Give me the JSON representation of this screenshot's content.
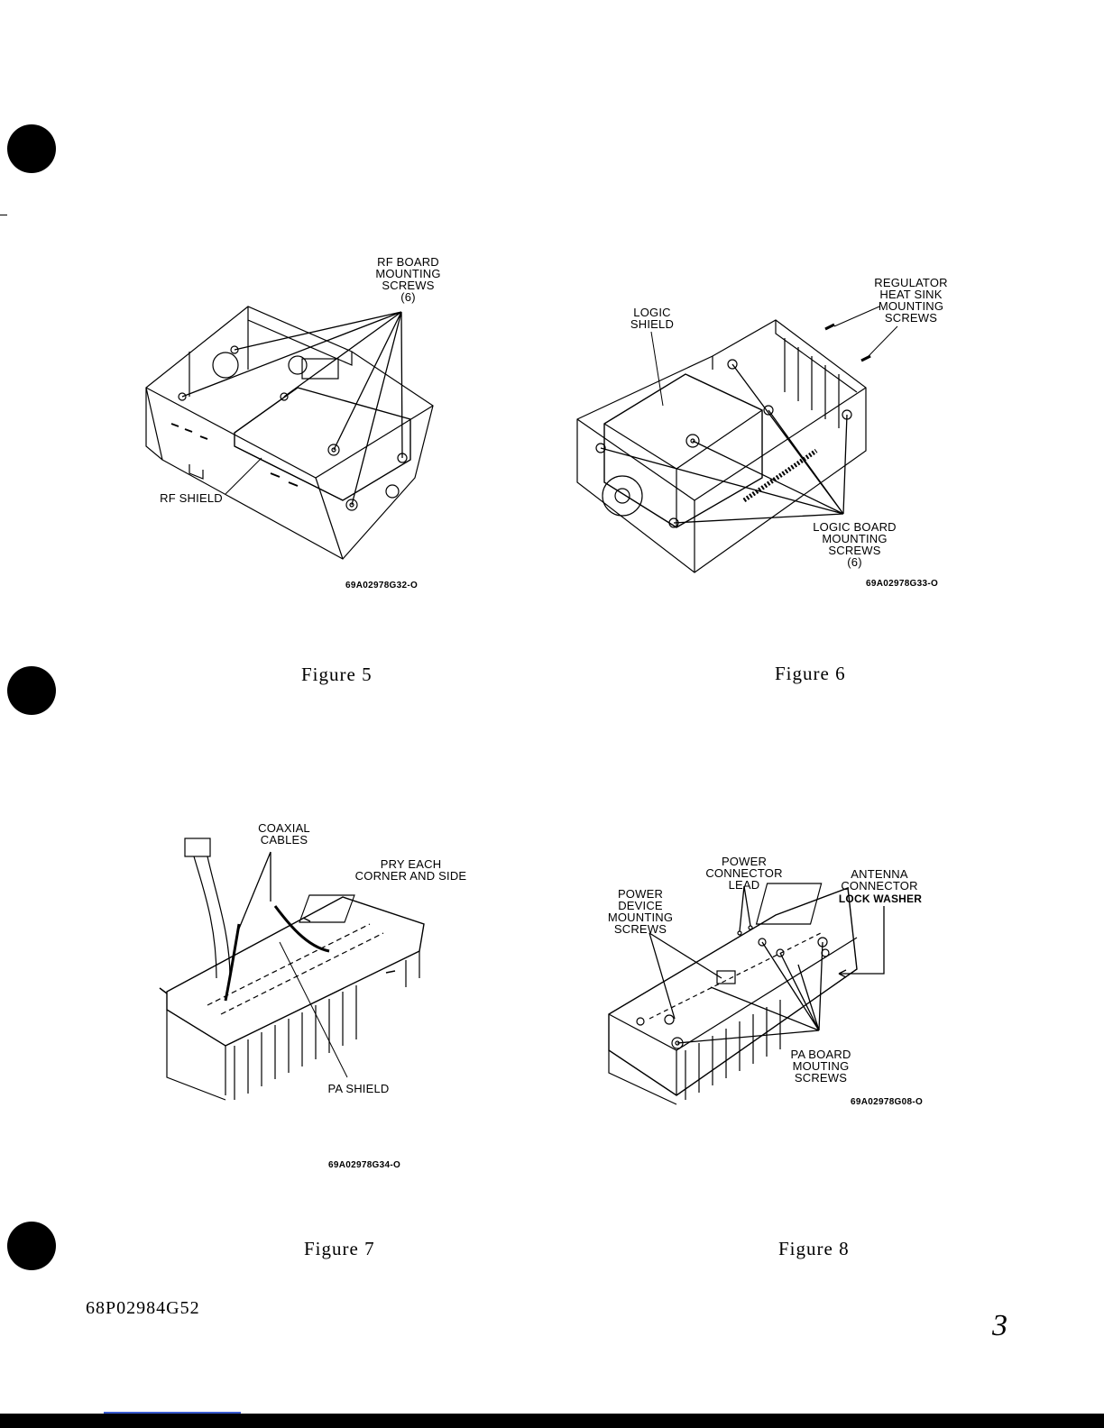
{
  "figures": {
    "fig5": {
      "caption": "Figure 5",
      "code": "69A02978G32-O",
      "labels": {
        "rf_board_mounting_screws": "RF BOARD\nMOUNTING\nSCREWS\n(6)",
        "rf_shield": "RF SHIELD"
      }
    },
    "fig6": {
      "caption": "Figure 6",
      "code": "69A02978G33-O",
      "labels": {
        "logic_shield": "LOGIC\nSHIELD",
        "regulator_heat_sink_mounting_screws": "REGULATOR\nHEAT SINK\nMOUNTING\nSCREWS",
        "logic_board_mounting_screws": "LOGIC BOARD\nMOUNTING\nSCREWS\n(6)"
      }
    },
    "fig7": {
      "caption": "Figure 7",
      "code": "69A02978G34-O",
      "labels": {
        "coaxial_cables": "COAXIAL\nCABLES",
        "pry_each_corner_and_side": "PRY EACH\nCORNER AND SIDE",
        "pa_shield": "PA SHIELD"
      }
    },
    "fig8": {
      "caption": "Figure 8",
      "code": "69A02978G08-O",
      "labels": {
        "power_connector_lead": "POWER\nCONNECTOR\nLEAD",
        "antenna_connector_lock_washer_top": "ANTENNA\nCONNECTOR",
        "antenna_connector_lock_washer_bottom": "LOCK WASHER",
        "power_device_mounting_screws": "POWER\nDEVICE\nMOUNTING\nSCREWS",
        "pa_board_mouting_screws": "PA BOARD\nMOUTING\nSCREWS"
      }
    }
  },
  "footer": {
    "document_number": "68P02984G52",
    "page_number": "3"
  }
}
